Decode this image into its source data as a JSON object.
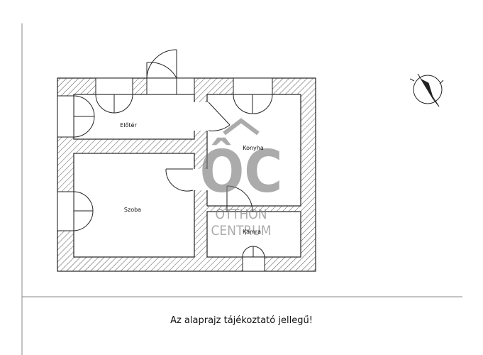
{
  "rooms": {
    "eloter": "Előtér",
    "konyha": "Konyha",
    "szoba": "Szoba",
    "kamra": "Kamra"
  },
  "watermark": {
    "logo": "ÔC",
    "line1": "OTTHON",
    "line2": "CENTRUM"
  },
  "note": "Az alaprajz tájékoztató jellegű!",
  "colors": {
    "line": "#222222",
    "hatch": "#555555",
    "watermark": "#7f7f7f"
  }
}
